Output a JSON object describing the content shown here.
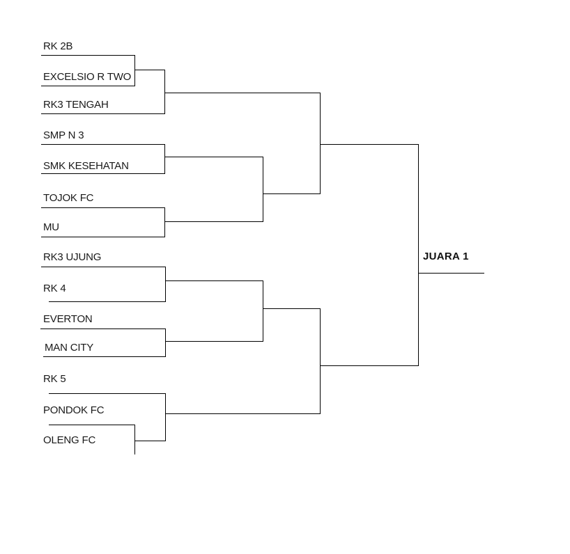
{
  "page": {
    "background_color": "#ffffff",
    "line_color": "#000000",
    "text_color": "#1a1a1a"
  },
  "bracket": {
    "type": "single-elimination-tournament-bracket",
    "champion_label": "JUARA 1",
    "teams": [
      "RK 2B",
      "EXCELSIO R TWO",
      "RK3 TENGAH",
      "SMP N 3",
      "SMK KESEHATAN",
      "TOJOK FC",
      "MU",
      "RK3 UJUNG",
      "RK 4",
      "EVERTON",
      "MAN CITY",
      "RK 5",
      "PONDOK FC",
      "OLENG FC"
    ],
    "bracket_tree": [
      [
        [
          [
            "RK 2B",
            "EXCELSIO R TWO"
          ],
          "RK3 TENGAH"
        ],
        [
          [
            "SMP N 3",
            "SMK KESEHATAN"
          ],
          [
            "TOJOK FC",
            "MU"
          ]
        ]
      ],
      [
        [
          [
            "RK3 UJUNG",
            "RK 4"
          ],
          [
            "EVERTON",
            "MAN CITY"
          ]
        ],
        [
          "RK 5",
          [
            "PONDOK FC",
            "OLENG FC"
          ]
        ]
      ]
    ]
  }
}
